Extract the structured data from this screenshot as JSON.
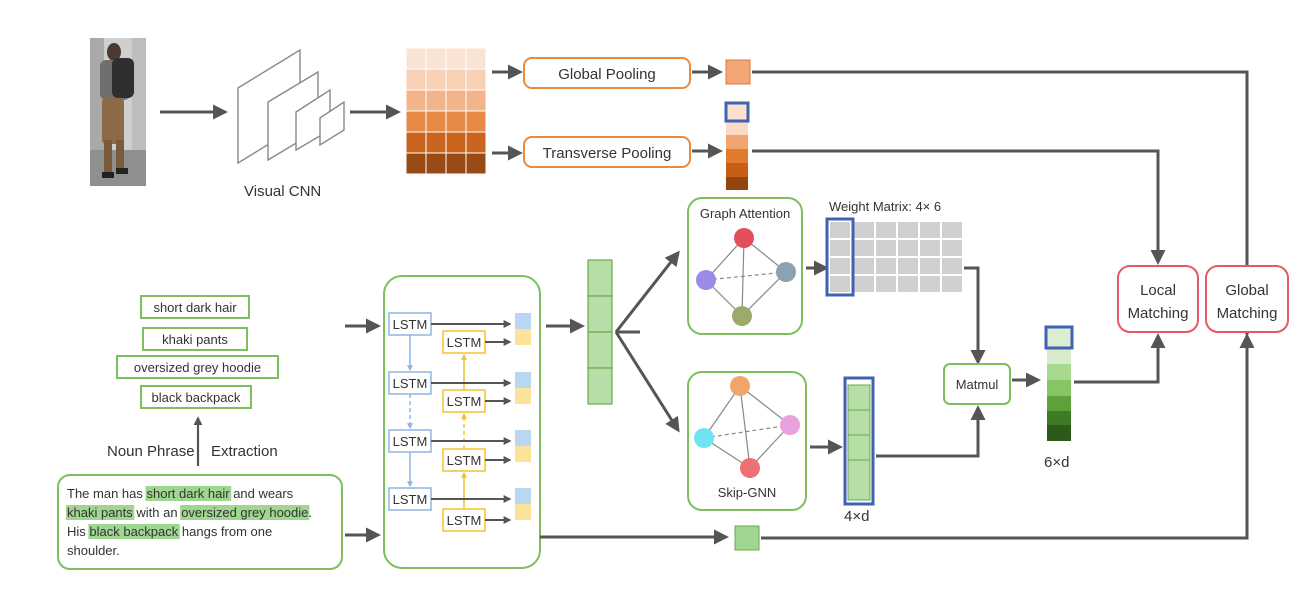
{
  "image": {
    "visual_cnn_label": "Visual CNN"
  },
  "pooling": {
    "global": "Global Pooling",
    "transverse": "Transverse Pooling"
  },
  "noun_phrases": {
    "items": [
      "short dark hair",
      "khaki pants",
      "oversized grey hoodie",
      "black backpack"
    ],
    "caption_left": "Noun Phrase",
    "caption_right": "Extraction"
  },
  "sentence": {
    "segments": [
      {
        "text": "The man has ",
        "hl": false
      },
      {
        "text": "short dark hair",
        "hl": true
      },
      {
        "text": " and wears",
        "hl": false
      },
      {
        "text": "khaki pants",
        "hl": true
      },
      {
        "text": " with an ",
        "hl": false
      },
      {
        "text": "oversized grey hoodie",
        "hl": true
      },
      {
        "text": ".",
        "hl": false
      },
      {
        "text": "His ",
        "hl": false
      },
      {
        "text": "black backpack",
        "hl": true
      },
      {
        "text": " hangs from one",
        "hl": false
      },
      {
        "text": "shoulder.",
        "hl": false
      }
    ]
  },
  "lstm": {
    "label": "LSTM"
  },
  "graph": {
    "attention_label": "Graph Attention",
    "skip_label": "Skip-GNN",
    "weight_matrix_label": "Weight Matrix:  4× 6",
    "matmul_label": "Matmul",
    "dim_4d": "4×d",
    "dim_6d": "6×d"
  },
  "matching": {
    "local_line1": "Local",
    "local_line2": "Matching",
    "global_line1": "Global",
    "global_line2": "Matching"
  },
  "colors": {
    "green_border": "#7cbf5c",
    "orange_border": "#ea8a3c",
    "red_border": "#e55a62",
    "blue_border": "#3f62b5",
    "highlight": "#9fd690",
    "lstm_blue": "#8fb6e0",
    "lstm_yellow": "#f2c12e"
  }
}
